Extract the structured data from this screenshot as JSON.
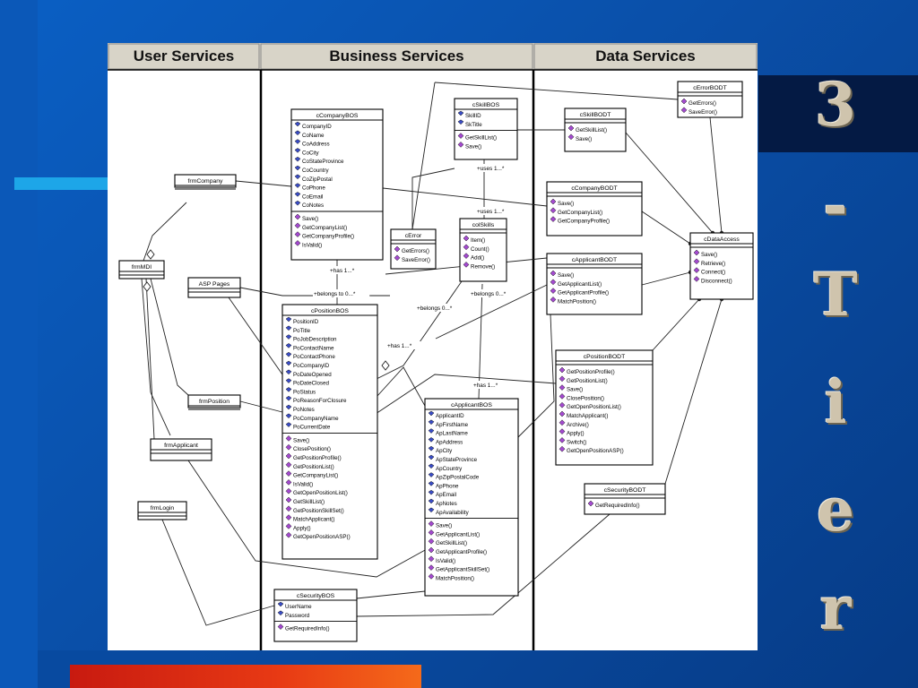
{
  "title_chars": [
    "3",
    "-",
    "T",
    "i",
    "e",
    "r"
  ],
  "swimlanes": [
    "User Services",
    "Business Services",
    "Data Services"
  ],
  "forms": [
    {
      "id": "frmCompany",
      "name": "frmCompany"
    },
    {
      "id": "frmMDI",
      "name": "frmMDI"
    },
    {
      "id": "asp",
      "name": "ASP Pages"
    },
    {
      "id": "frmPosition",
      "name": "frmPosition"
    },
    {
      "id": "frmApplicant",
      "name": "frmApplicant"
    },
    {
      "id": "frmLogin",
      "name": "frmLogin"
    }
  ],
  "classes": [
    {
      "id": "cCompanyBOS",
      "name": "cCompanyBOS",
      "attributes": [
        "CompanyID",
        "CoName",
        "CoAddress",
        "CoCity",
        "CoStateProvince",
        "CoCountry",
        "CoZipPostal",
        "CoPhone",
        "CoEmail",
        "CoNotes"
      ],
      "methods": [
        "Save()",
        "GetCompanyList()",
        "GetCompanyProfile()",
        "IsValid()"
      ]
    },
    {
      "id": "cSkillBOS",
      "name": "cSkillBOS",
      "attributes": [
        "SkillID",
        "SkTitle"
      ],
      "methods": [
        "GetSkillList()",
        "Save()"
      ]
    },
    {
      "id": "cError",
      "name": "cError",
      "attributes": [],
      "methods": [
        "GetErrors()",
        "SaveError()"
      ]
    },
    {
      "id": "colSkills",
      "name": "colSkills",
      "attributes": [],
      "methods": [
        "Item()",
        "Count()",
        "Add()",
        "Remove()"
      ]
    },
    {
      "id": "cPositionBOS",
      "name": "cPositionBOS",
      "attributes": [
        "PositionID",
        "PoTitle",
        "PoJobDescription",
        "PoContactName",
        "PoContactPhone",
        "PoCompanyID",
        "PoDateOpened",
        "PoDateClosed",
        "PoStatus",
        "PoReasonForClosure",
        "PoNotes",
        "PoCompanyName",
        "PoCurrentDate"
      ],
      "methods": [
        "Save()",
        "ClosePosition()",
        "GetPositionProfile()",
        "GetPositionList()",
        "GetCompanyList()",
        "IsValid()",
        "GetOpenPositionList()",
        "GetSkillList()",
        "GetPositionSkillSet()",
        "MatchApplicant()",
        "Apply()",
        "GetOpenPositionASP()"
      ]
    },
    {
      "id": "cApplicantBOS",
      "name": "cApplicantBOS",
      "attributes": [
        "ApplicantID",
        "ApFirstName",
        "ApLastName",
        "ApAddress",
        "ApCity",
        "ApStateProvince",
        "ApCountry",
        "ApZipPostalCode",
        "ApPhone",
        "ApEmail",
        "ApNotes",
        "ApAvailability"
      ],
      "methods": [
        "Save()",
        "GetApplicantList()",
        "GetSkillList()",
        "GetApplicantProfile()",
        "IsValid()",
        "GetApplicantSkillSet()",
        "MatchPosition()"
      ]
    },
    {
      "id": "cSecurityBOS",
      "name": "cSecurityBOS",
      "attributes": [
        "UserName",
        "Password"
      ],
      "methods": [
        "GetRequiredInfo()"
      ]
    },
    {
      "id": "cErrorBODT",
      "name": "cErrorBODT",
      "attributes": [],
      "methods": [
        "GetErrors()",
        "SaveError()"
      ]
    },
    {
      "id": "cSkillBODT",
      "name": "cSkillBODT",
      "attributes": [],
      "methods": [
        "GetSkillList()",
        "Save()"
      ]
    },
    {
      "id": "cCompanyBODT",
      "name": "cCompanyBODT",
      "attributes": [],
      "methods": [
        "Save()",
        "GetCompanyList()",
        "GetCompanyProfile()"
      ]
    },
    {
      "id": "cDataAccess",
      "name": "cDataAccess",
      "attributes": [],
      "methods": [
        "Save()",
        "Retrieve()",
        "Connect()",
        "Disconnect()"
      ]
    },
    {
      "id": "cApplicantBODT",
      "name": "cApplicantBODT",
      "attributes": [],
      "methods": [
        "Save()",
        "GetApplicantList()",
        "GetApplicantProfile()",
        "MatchPosition()"
      ]
    },
    {
      "id": "cPositionBODT",
      "name": "cPositionBODT",
      "attributes": [],
      "methods": [
        "GetPositionProfile()",
        "GetPositionList()",
        "Save()",
        "ClosePosition()",
        "GetOpenPositionList()",
        "MatchApplicant()",
        "Archive()",
        "Apply()",
        "Switch()",
        "GetOpenPositionASP()"
      ]
    },
    {
      "id": "cSecurityBODT",
      "name": "cSecurityBODT",
      "attributes": [],
      "methods": [
        "GetRequiredInfo()"
      ]
    }
  ],
  "relation_labels": [
    {
      "id": "rel1",
      "text": "+uses 1...*"
    },
    {
      "id": "rel2",
      "text": "+uses 1...*"
    },
    {
      "id": "rel3",
      "text": "+has 1...*"
    },
    {
      "id": "rel4",
      "text": "+belongs to 0...*"
    },
    {
      "id": "rel5",
      "text": "+belongs 0...*"
    },
    {
      "id": "rel6",
      "text": "+belongs 0...*"
    },
    {
      "id": "rel7",
      "text": "+has 1...*"
    },
    {
      "id": "rel8",
      "text": "+has 1...*"
    }
  ]
}
